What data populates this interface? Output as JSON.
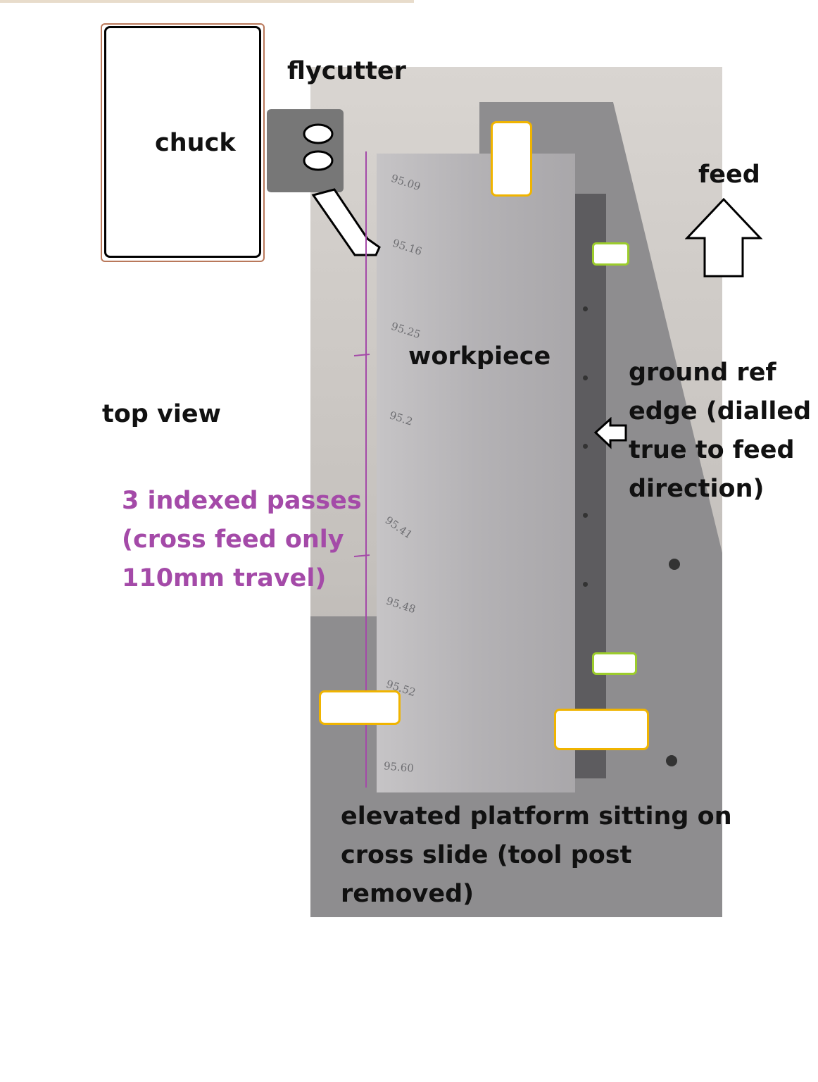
{
  "labels": {
    "chuck": "chuck",
    "flycutter": "flycutter",
    "feed": "feed",
    "workpiece": "workpiece",
    "top_view": "top view",
    "ground_ref": "ground ref\nedge (dialled\ntrue to feed\ndirection)",
    "passes": "3 indexed passes\n(cross feed only\n110mm travel)",
    "platform": "elevated platform sitting on\ncross slide (tool post\nremoved)"
  },
  "handwritten_marks": [
    "95.09",
    "95.16",
    "95.25",
    "95.2",
    "95.41",
    "95.48",
    "95.52",
    "95.60"
  ],
  "colors": {
    "annotation_purple": "#a44aa8",
    "marker_yellow": "#f0b400",
    "marker_green": "#9ccc2c",
    "chuck_border": "#b9785a"
  }
}
